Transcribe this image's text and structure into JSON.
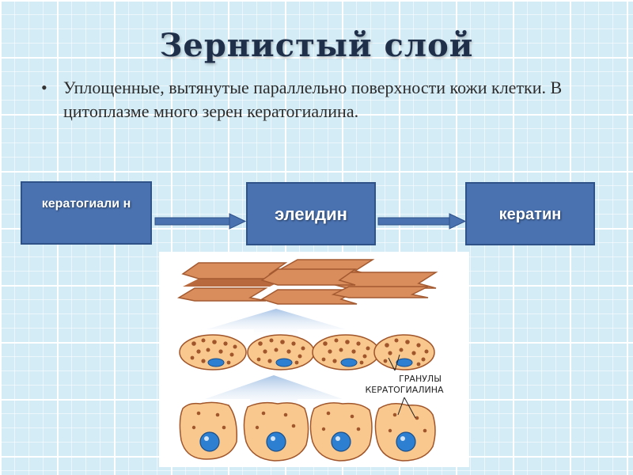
{
  "slide": {
    "title": "Зернистый слой",
    "bullet": "Уплощенные, вытянутые параллельно поверхности кожи клетки. В цитоплазме много зерен кератогиалина."
  },
  "flow": {
    "stages": [
      "кератогиали н",
      "элеидин",
      "кератин"
    ]
  },
  "illustration": {
    "label_line1": "ГРАНУЛЫ",
    "label_line2": "КЕРАТОГИАЛИНА"
  },
  "colors": {
    "box_fill": "#4a72b0",
    "cell_fill": "#f8c88e",
    "granule": "#a0552a",
    "nucleus": "#2c7fd1",
    "scale_fill": "#d98c5c"
  }
}
